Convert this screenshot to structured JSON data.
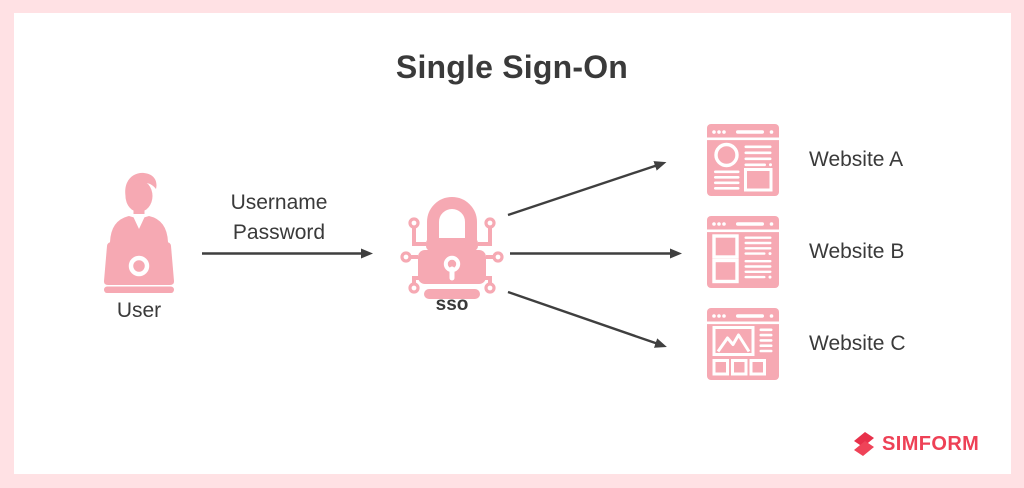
{
  "title": "Single Sign-On",
  "theme": {
    "frame_color": "#ffe1e4",
    "canvas_color": "#ffffff",
    "icon_pink": "#f6a9b3",
    "text_color": "#3a3a3a",
    "arrow_color": "#3f3f3f",
    "logo_red": "#ee4156"
  },
  "user": {
    "label": "User",
    "icon": "person-laptop-icon"
  },
  "credentials": {
    "line1": "Username",
    "line2": "Password"
  },
  "sso": {
    "label": "sso",
    "icon": "padlock-circuit-icon"
  },
  "websites": [
    {
      "label": "Website A",
      "icon": "browser-article-icon"
    },
    {
      "label": "Website B",
      "icon": "browser-cards-icon"
    },
    {
      "label": "Website C",
      "icon": "browser-gallery-icon"
    }
  ],
  "logo": {
    "text": "SIMFORM",
    "icon": "simform-mark-icon"
  }
}
